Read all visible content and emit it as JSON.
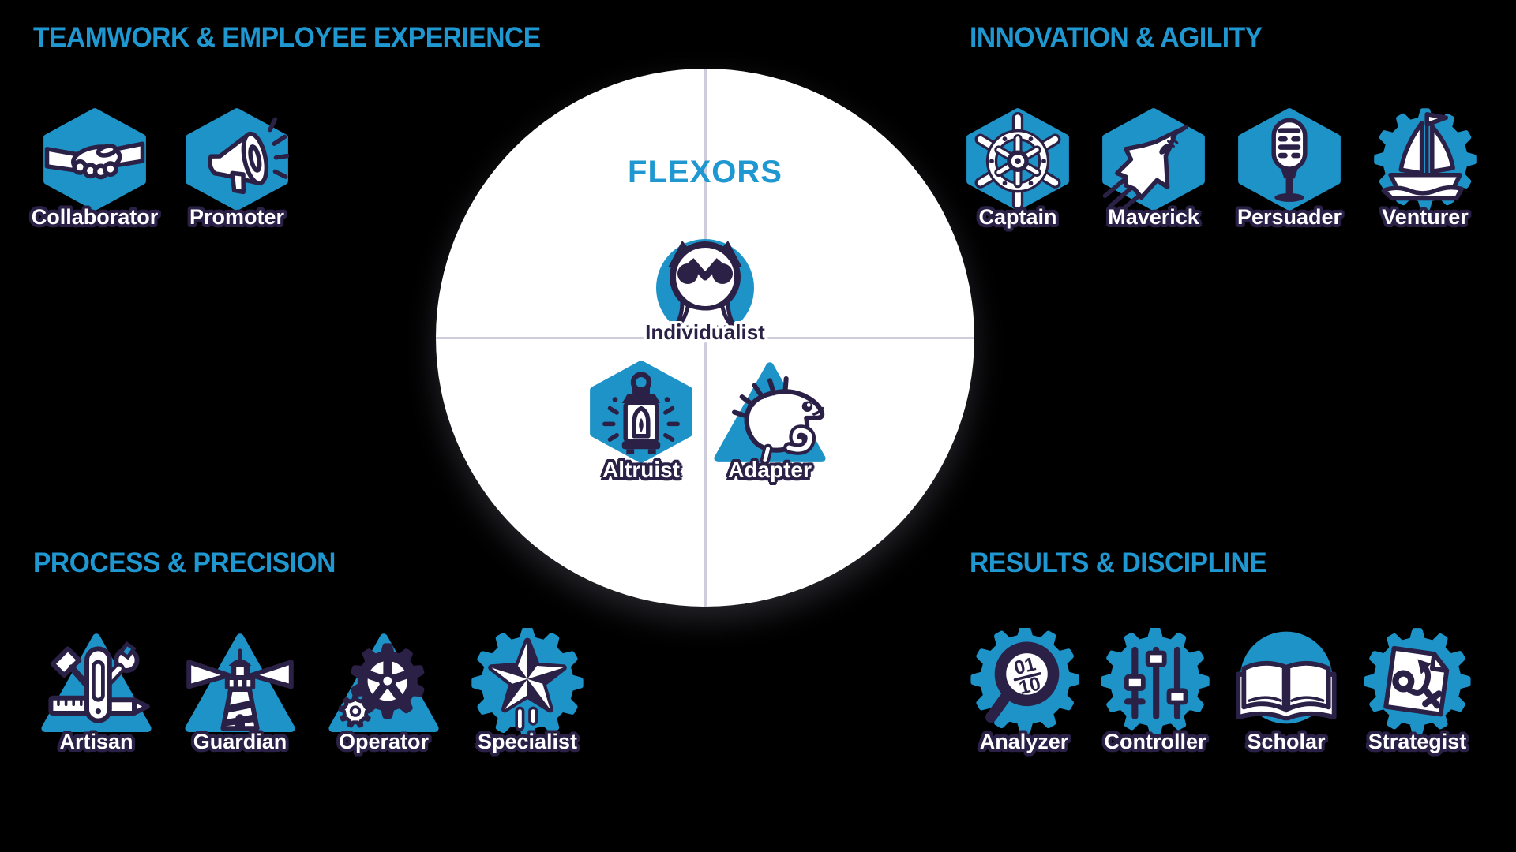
{
  "background_color": "#000000",
  "colors": {
    "quadrant_title_blue": "#1f98d2",
    "icon_blue": "#1e93c8",
    "outline_navy": "#2b2147",
    "label_white": "#ffffff",
    "circle_fill": "#ffffff",
    "circle_ring": "#d5d1df",
    "crosshair_line": "#cfccdb"
  },
  "quadrants": {
    "top_left": {
      "title": "TEAMWORK & EMPLOYEE EXPERIENCE",
      "items": [
        {
          "label": "Collaborator",
          "icon": "handshake-icon",
          "shape": "hexagon"
        },
        {
          "label": "Promoter",
          "icon": "megaphone-icon",
          "shape": "hexagon"
        }
      ]
    },
    "top_right": {
      "title": "INNOVATION & AGILITY",
      "items": [
        {
          "label": "Captain",
          "icon": "ship-wheel-icon",
          "shape": "hexagon"
        },
        {
          "label": "Maverick",
          "icon": "fighter-jet-icon",
          "shape": "hexagon"
        },
        {
          "label": "Persuader",
          "icon": "microphone-icon",
          "shape": "hexagon"
        },
        {
          "label": "Venturer",
          "icon": "sailing-ship-icon",
          "shape": "gear"
        }
      ]
    },
    "bottom_left": {
      "title": "PROCESS & PRECISION",
      "items": [
        {
          "label": "Artisan",
          "icon": "tools-icon",
          "shape": "triangle"
        },
        {
          "label": "Guardian",
          "icon": "lighthouse-icon",
          "shape": "triangle"
        },
        {
          "label": "Operator",
          "icon": "gears-icon",
          "shape": "triangle"
        },
        {
          "label": "Specialist",
          "icon": "star-icon",
          "shape": "gear"
        }
      ]
    },
    "bottom_right": {
      "title": "RESULTS & DISCIPLINE",
      "items": [
        {
          "label": "Analyzer",
          "icon": "magnifier-binary-icon",
          "shape": "gear"
        },
        {
          "label": "Controller",
          "icon": "sliders-icon",
          "shape": "gear"
        },
        {
          "label": "Scholar",
          "icon": "open-book-icon",
          "shape": "circle"
        },
        {
          "label": "Strategist",
          "icon": "tactics-sheet-icon",
          "shape": "gear"
        }
      ]
    }
  },
  "center": {
    "title": "FLEXORS",
    "items": [
      {
        "label": "Individualist",
        "icon": "owl-icon",
        "shape": "circle"
      },
      {
        "label": "Altruist",
        "icon": "lantern-icon",
        "shape": "hexagon"
      },
      {
        "label": "Adapter",
        "icon": "chameleon-icon",
        "shape": "triangle"
      }
    ]
  }
}
